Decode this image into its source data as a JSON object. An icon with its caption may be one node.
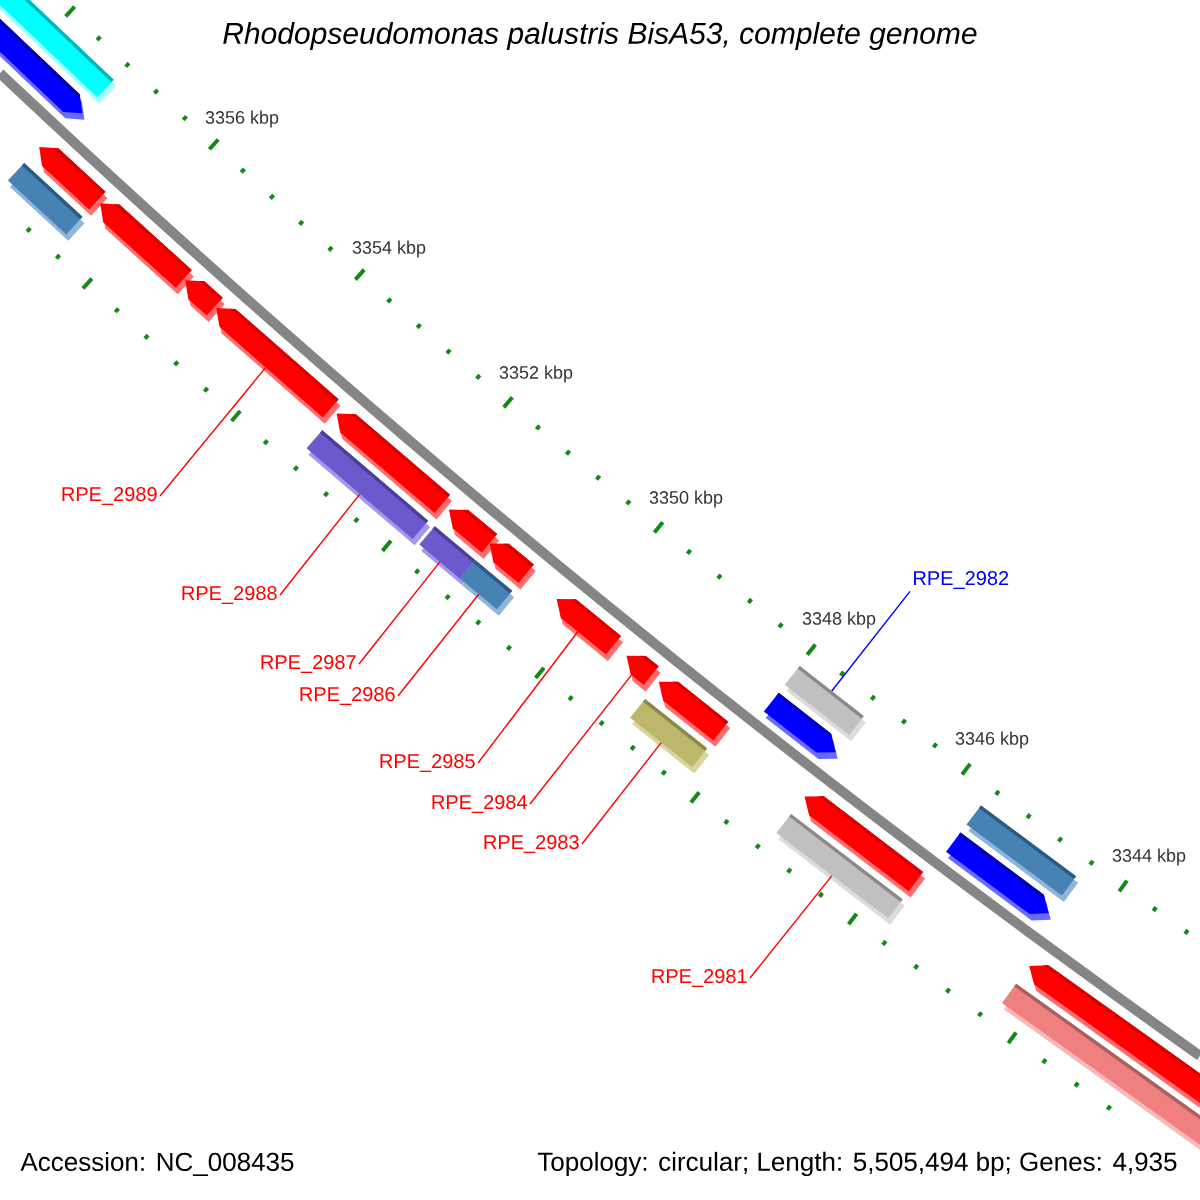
{
  "diagram": {
    "title": "Rhodopseudomonas palustris BisA53, complete genome",
    "nodes": [
      {
        "text": [
          "RPE_2989"
        ]
      },
      {
        "text": [
          "RPE_2982"
        ]
      },
      {
        "text": [
          "RPE_2988"
        ]
      },
      {
        "text": [
          "RPE_2987"
        ]
      },
      {
        "text": [
          "RPE_2986"
        ]
      },
      {
        "text": [
          "RPE_2985"
        ]
      },
      {
        "text": [
          "RPE_2984"
        ]
      },
      {
        "text": [
          "RPE_2983"
        ]
      },
      {
        "text": [
          "RPE_2981"
        ]
      },
      {
        "text": [],
        "shape": "bar"
      },
      {
        "text": [],
        "shape": "pentagon"
      },
      {
        "text": [],
        "shape": "bar"
      },
      {
        "text": [],
        "shape": "pentagon"
      },
      {
        "text": [],
        "shape": "pentagon"
      },
      {
        "text": [],
        "shape": "pentagon"
      },
      {
        "text": [],
        "shape": "pentagon"
      },
      {
        "text": [],
        "shape": "bar"
      },
      {
        "text": [],
        "shape": "pentagon"
      },
      {
        "text": [],
        "shape": "bar"
      },
      {
        "text": [],
        "shape": "pentagon"
      },
      {
        "text": [],
        "shape": "bar"
      },
      {
        "text": [],
        "shape": "pentagon"
      },
      {
        "text": [],
        "shape": "pentagon"
      },
      {
        "text": [],
        "shape": "pentagon"
      },
      {
        "text": [],
        "shape": "bar"
      },
      {
        "text": [],
        "shape": "pentagon"
      },
      {
        "text": [],
        "shape": "pentagon"
      },
      {
        "text": [],
        "shape": "bar"
      },
      {
        "text": [],
        "shape": "bar"
      },
      {
        "text": [],
        "shape": "pentagon"
      },
      {
        "text": [],
        "shape": "pentagon"
      },
      {
        "text": [],
        "shape": "bar"
      },
      {
        "text": [],
        "shape": "bar"
      },
      {
        "text": [],
        "shape": "pentagon"
      }
    ],
    "edges": [
      {
        "from": 0,
        "to": 15,
        "arrow": "none"
      },
      {
        "from": 1,
        "to": 28,
        "arrow": "none",
        "color": "#0000ff"
      },
      {
        "from": 2,
        "to": 16,
        "arrow": "none"
      },
      {
        "from": 3,
        "to": 18,
        "arrow": "none"
      },
      {
        "from": 4,
        "to": 20,
        "arrow": "none"
      },
      {
        "from": 5,
        "to": 22,
        "arrow": "none"
      },
      {
        "from": 6,
        "to": 23,
        "arrow": "none"
      },
      {
        "from": 7,
        "to": 24,
        "arrow": "none"
      },
      {
        "from": 8,
        "to": 27,
        "arrow": "none"
      }
    ],
    "labels": [
      "3356 kbp",
      "3354 kbp",
      "3352 kbp",
      "3350 kbp",
      "3348 kbp",
      "3346 kbp",
      "3344 kbp",
      "Accession: NC_008435",
      "Topology: circular; Length: 5,505,494 bp; Genes: 4,935"
    ]
  }
}
